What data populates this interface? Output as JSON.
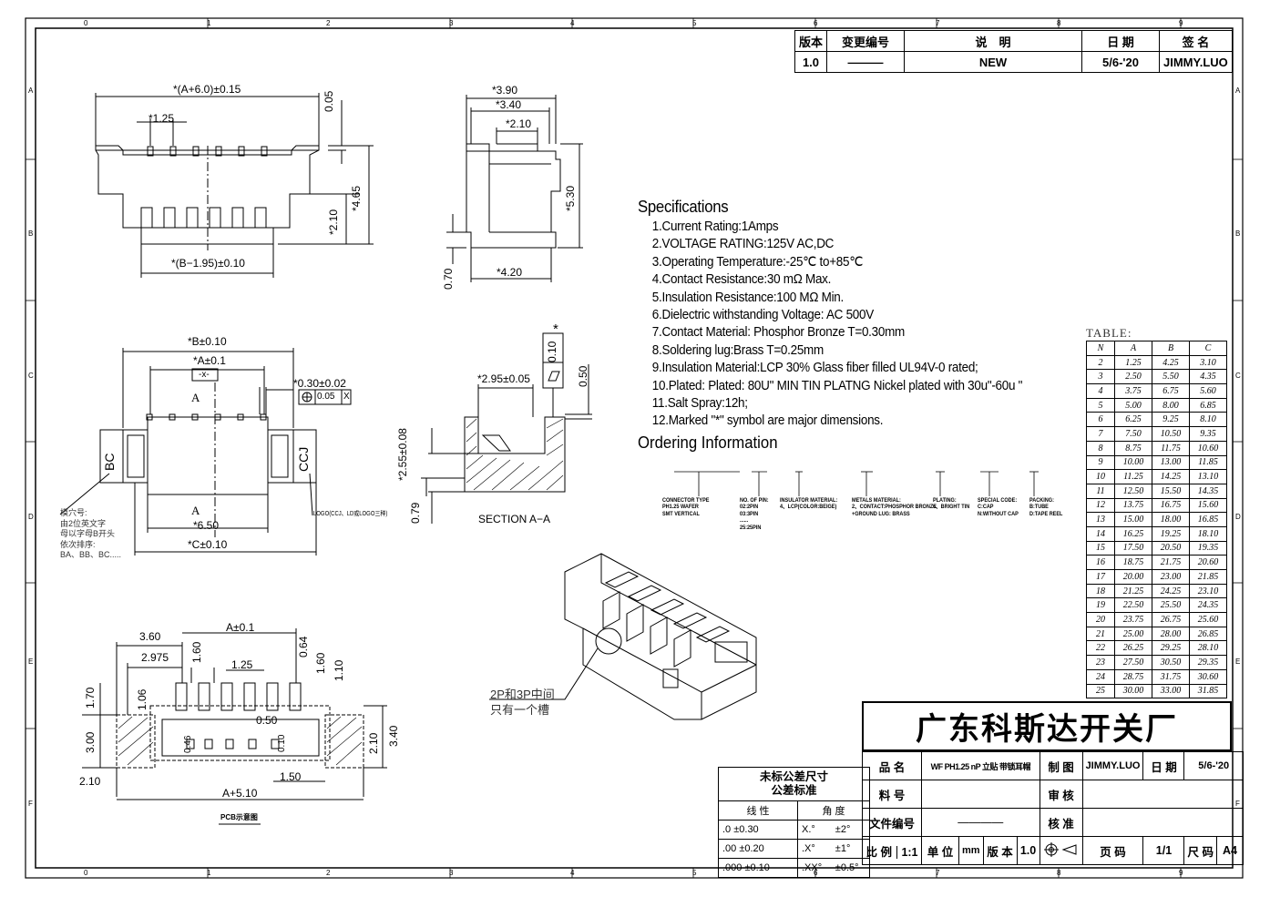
{
  "revision_table": {
    "headers": [
      "版本",
      "变更编号",
      "说　明",
      "日 期",
      "签 名"
    ],
    "row": [
      "1.0",
      "———",
      "NEW",
      "5/6-'20",
      "JIMMY.LUO"
    ]
  },
  "zones": {
    "cols": [
      "0",
      "1",
      "2",
      "3",
      "4",
      "5",
      "6",
      "7",
      "8",
      "9"
    ],
    "rows": [
      "A",
      "B",
      "C",
      "D",
      "E",
      "F"
    ]
  },
  "top_view_dims": [
    "*(A+6.0)±0.15",
    "*1.25",
    "0.05",
    "*4.65",
    "*2.10",
    "*(B−1.95)±0.10"
  ],
  "side_view_dims": [
    "*3.90",
    "*3.40",
    "*2.10",
    "*5.30",
    "*4.20",
    "0.70"
  ],
  "front_view_dims": [
    "*B±0.10",
    "*A±0.1",
    "-x-",
    "*0.30±0.02",
    "0.05",
    "X",
    "A",
    "A",
    "*6.50",
    "*C±0.10",
    "BC",
    "CCJ"
  ],
  "front_view_notes": {
    "cavity_note": [
      "模穴号:",
      "由2位英文字",
      "母以字母B开头",
      "依次排序:",
      "BA、BB、BC....."
    ],
    "logo_note": "LOGO(CCJ、LD或LOGO三种)"
  },
  "section_view": {
    "dims": [
      "*2.95±0.05",
      "*2.55±0.08",
      "0.79",
      "0.10",
      "0.50",
      "*"
    ],
    "label": "SECTION  A−A"
  },
  "pcb_view": {
    "dims": [
      "3.60",
      "A±0.1",
      "2.975",
      "1.60",
      "1.25",
      "0.64",
      "1.60",
      "1.10",
      "1.70",
      "1.06",
      "0.50",
      "0.46",
      "0.10",
      "3.00",
      "2.10",
      "3.40",
      "2.10",
      "1.50",
      "A+5.10"
    ],
    "label": "PCB示意图"
  },
  "iso_note": [
    "2P和3P中间",
    "只有一个槽"
  ],
  "specifications": {
    "title": "Specifications",
    "items": [
      "1.Current Rating:1Amps",
      "2.VOLTAGE RATING:125V AC,DC",
      "3.Operating Temperature:-25℃ to+85℃",
      "4.Contact Resistance:30 mΩ Max.",
      "5.Insulation Resistance:100 MΩ Min.",
      "6.Dielectric withstanding Voltage: AC 500V",
      "7.Contact Material: Phosphor Bronze T=0.30mm",
      "8.Soldering lug:Brass T=0.25mm",
      "9.Insulation Material:LCP 30% Glass fiber filled UL94V-0 rated;",
      "10.Plated: Plated: 80U\" MIN TIN PLATNG Nickel plated with 30u\"-60u \"",
      "11.Salt Spray:12h;",
      "12.Marked \"*\" symbol are major dimensions."
    ]
  },
  "ordering": {
    "title": "Ordering Information",
    "groups": [
      [
        "CONNECTOR TYPE",
        "PH1.25 WAFER",
        "SMT VERTICAL"
      ],
      [
        "NO. OF PIN:",
        "02:2PIN",
        "03:3PIN",
        "......",
        "25:25PIN"
      ],
      [
        "INSULATOR MATERIAL:",
        "4、LCP(COLOR:BEIGE)"
      ],
      [
        "METALS MATERIAL:",
        "2、CONTACT:PHOSPHOR BRONZE",
        "+GROUND LUG:  BRASS"
      ],
      [
        "PLATING:",
        "6、BRIGHT TIN"
      ],
      [
        "SPECIAL CODE:",
        "C:CAP",
        "N:WITHOUT CAP"
      ],
      [
        "PACKING:",
        "B:TUBE",
        "D:TAPE REEL"
      ]
    ]
  },
  "dimension_table": {
    "title": "TABLE:",
    "headers": [
      "N",
      "A",
      "B",
      "C"
    ],
    "rows": [
      [
        "2",
        "1.25",
        "4.25",
        "3.10"
      ],
      [
        "3",
        "2.50",
        "5.50",
        "4.35"
      ],
      [
        "4",
        "3.75",
        "6.75",
        "5.60"
      ],
      [
        "5",
        "5.00",
        "8.00",
        "6.85"
      ],
      [
        "6",
        "6.25",
        "9.25",
        "8.10"
      ],
      [
        "7",
        "7.50",
        "10.50",
        "9.35"
      ],
      [
        "8",
        "8.75",
        "11.75",
        "10.60"
      ],
      [
        "9",
        "10.00",
        "13.00",
        "11.85"
      ],
      [
        "10",
        "11.25",
        "14.25",
        "13.10"
      ],
      [
        "11",
        "12.50",
        "15.50",
        "14.35"
      ],
      [
        "12",
        "13.75",
        "16.75",
        "15.60"
      ],
      [
        "13",
        "15.00",
        "18.00",
        "16.85"
      ],
      [
        "14",
        "16.25",
        "19.25",
        "18.10"
      ],
      [
        "15",
        "17.50",
        "20.50",
        "19.35"
      ],
      [
        "16",
        "18.75",
        "21.75",
        "20.60"
      ],
      [
        "17",
        "20.00",
        "23.00",
        "21.85"
      ],
      [
        "18",
        "21.25",
        "24.25",
        "23.10"
      ],
      [
        "19",
        "22.50",
        "25.50",
        "24.35"
      ],
      [
        "20",
        "23.75",
        "26.75",
        "25.60"
      ],
      [
        "21",
        "25.00",
        "28.00",
        "26.85"
      ],
      [
        "22",
        "26.25",
        "29.25",
        "28.10"
      ],
      [
        "23",
        "27.50",
        "30.50",
        "29.35"
      ],
      [
        "24",
        "28.75",
        "31.75",
        "30.60"
      ],
      [
        "25",
        "30.00",
        "33.00",
        "31.85"
      ]
    ]
  },
  "tolerance": {
    "title": "未标公差尺寸",
    "subtitle": "公差标准",
    "linear_h": "线 性",
    "angle_h": "角 度",
    "rows": [
      [
        ".0  ±0.30",
        "X.°",
        "±2°"
      ],
      [
        ".00  ±0.20",
        ".X°",
        "±1°"
      ],
      [
        ".000 ±0.10",
        ".XX°",
        "±0.5°"
      ]
    ]
  },
  "title_block": {
    "company": "广东科斯达开关厂",
    "name_label": "品 名",
    "name_value": "WF PH1.25 nP 立贴 带锁耳帽",
    "drawn_label": "制 图",
    "drawn_value": "JIMMY.LUO",
    "date_label": "日 期",
    "date_value": "5/6-'20",
    "part_label": "料 号",
    "review_label": "审 核",
    "file_label": "文件编号",
    "file_value": "————",
    "approve_label": "核 准",
    "scale_label": "比 例",
    "scale_value": "1:1",
    "unit_label": "单 位",
    "unit_value": "mm",
    "version_label": "版 本",
    "version_value": "1.0",
    "page_label": "页 码",
    "page_value": "1/1",
    "size_label": "尺 码",
    "size_value": "A4"
  }
}
